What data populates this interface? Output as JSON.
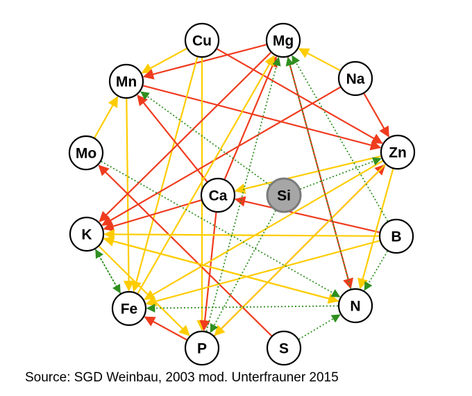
{
  "colors": {
    "red": "#ef3b1e",
    "yellow": "#ffcc00",
    "green": "#2f8f1f",
    "node_fill": "#ffffff",
    "node_stroke": "#000000",
    "highlight_fill": "#a6a6a6"
  },
  "nodes": [
    {
      "id": "Cu",
      "label": "Cu"
    },
    {
      "id": "Mg",
      "label": "Mg"
    },
    {
      "id": "Na",
      "label": "Na"
    },
    {
      "id": "Mn",
      "label": "Mn"
    },
    {
      "id": "Mo",
      "label": "Mo"
    },
    {
      "id": "Zn",
      "label": "Zn"
    },
    {
      "id": "Ca",
      "label": "Ca"
    },
    {
      "id": "Si",
      "label": "Si",
      "highlight": true
    },
    {
      "id": "K",
      "label": "K"
    },
    {
      "id": "B",
      "label": "B"
    },
    {
      "id": "N",
      "label": "N"
    },
    {
      "id": "Fe",
      "label": "Fe"
    },
    {
      "id": "P",
      "label": "P"
    },
    {
      "id": "S",
      "label": "S"
    }
  ],
  "edges": [
    {
      "from": "Na",
      "to": "Mg",
      "color": "yellow"
    },
    {
      "from": "Cu",
      "to": "Mn",
      "color": "yellow"
    },
    {
      "from": "Mg",
      "to": "Mn",
      "color": "red"
    },
    {
      "from": "Cu",
      "to": "Zn",
      "color": "red"
    },
    {
      "from": "Mn",
      "to": "Zn",
      "color": "red"
    },
    {
      "from": "Na",
      "to": "Zn",
      "color": "red"
    },
    {
      "from": "Mo",
      "to": "Mn",
      "color": "yellow"
    },
    {
      "from": "Mn",
      "to": "Fe",
      "color": "yellow"
    },
    {
      "from": "Cu",
      "to": "Fe",
      "color": "yellow"
    },
    {
      "from": "Cu",
      "to": "P",
      "color": "yellow"
    },
    {
      "from": "Mg",
      "to": "K",
      "color": "red"
    },
    {
      "from": "Na",
      "to": "K",
      "color": "red"
    },
    {
      "from": "Ca",
      "to": "Mg",
      "color": "red"
    },
    {
      "from": "Ca",
      "to": "Mn",
      "color": "red"
    },
    {
      "from": "Ca",
      "to": "K",
      "color": "red"
    },
    {
      "from": "Ca",
      "to": "P",
      "color": "red"
    },
    {
      "from": "B",
      "to": "Ca",
      "color": "red"
    },
    {
      "from": "S",
      "to": "Mo",
      "color": "red"
    },
    {
      "from": "P",
      "to": "Zn",
      "color": "red"
    },
    {
      "from": "P",
      "to": "Fe",
      "color": "red"
    },
    {
      "from": "Mg",
      "to": "N",
      "color": "red"
    },
    {
      "from": "B",
      "to": "K",
      "color": "yellow"
    },
    {
      "from": "B",
      "to": "Fe",
      "color": "yellow"
    },
    {
      "from": "K",
      "to": "N",
      "color": "yellow"
    },
    {
      "from": "N",
      "to": "K",
      "color": "yellow"
    },
    {
      "from": "Zn",
      "to": "N",
      "color": "yellow"
    },
    {
      "from": "Zn",
      "to": "Fe",
      "color": "yellow"
    },
    {
      "from": "Zn",
      "to": "Ca",
      "color": "yellow"
    },
    {
      "from": "Fe",
      "to": "Mg",
      "color": "yellow"
    },
    {
      "from": "Zn",
      "to": "P",
      "color": "yellow"
    },
    {
      "from": "K",
      "to": "P",
      "color": "yellow"
    },
    {
      "from": "Si",
      "to": "Mn",
      "color": "green"
    },
    {
      "from": "Si",
      "to": "Zn",
      "color": "green"
    },
    {
      "from": "Si",
      "to": "P",
      "color": "green"
    },
    {
      "from": "Mo",
      "to": "N",
      "color": "green"
    },
    {
      "from": "K",
      "to": "Fe",
      "color": "green"
    },
    {
      "from": "Fe",
      "to": "K",
      "color": "green"
    },
    {
      "from": "N",
      "to": "Fe",
      "color": "green"
    },
    {
      "from": "N",
      "to": "Mg",
      "color": "green"
    },
    {
      "from": "B",
      "to": "Mg",
      "color": "green"
    },
    {
      "from": "B",
      "to": "N",
      "color": "green"
    },
    {
      "from": "S",
      "to": "N",
      "color": "green"
    },
    {
      "from": "P",
      "to": "Mg",
      "color": "green"
    }
  ],
  "caption": "Source: SGD Weinbau, 2003 mod. Unterfrauner 2015"
}
